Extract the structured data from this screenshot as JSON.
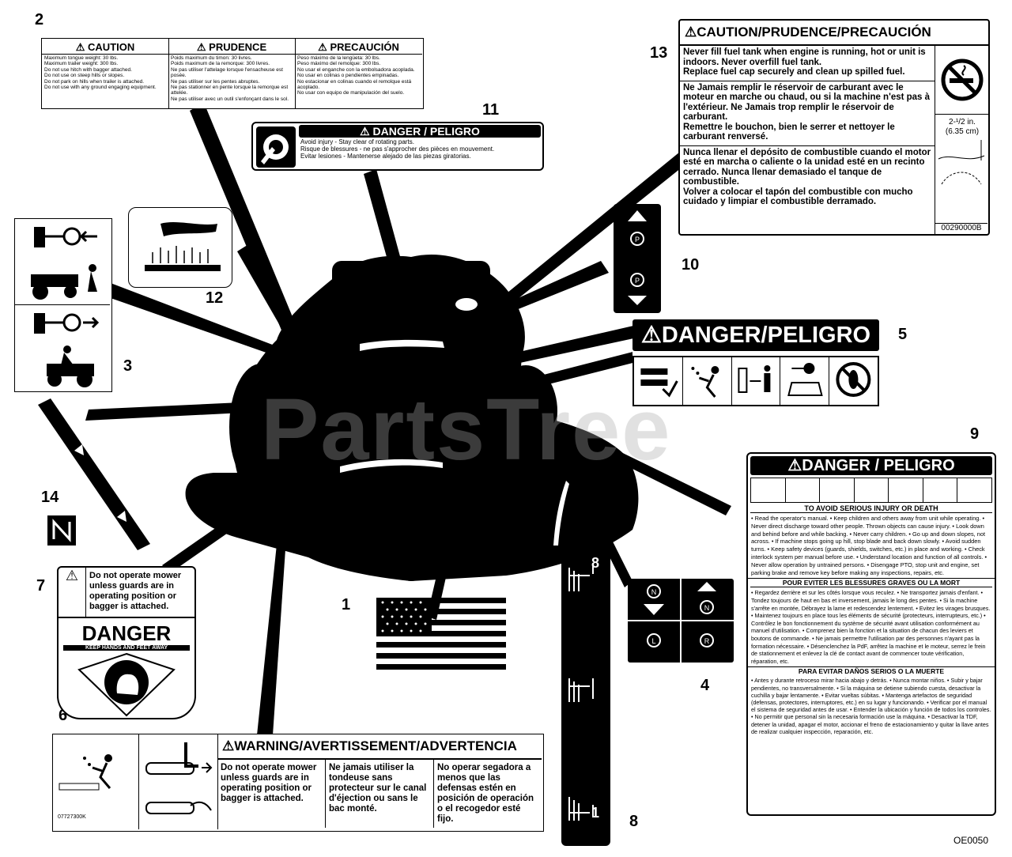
{
  "callouts": {
    "n1": "1",
    "n2": "2",
    "n3": "3",
    "n4": "4",
    "n5": "5",
    "n6": "6",
    "n7": "7",
    "n8a": "8",
    "n8b": "8",
    "n9": "9",
    "n10": "10",
    "n11": "11",
    "n12": "12",
    "n13": "13",
    "n14": "14"
  },
  "watermark": "PartsTree",
  "figure_code": "OE0050",
  "decal2": {
    "caution": "CAUTION",
    "prudence": "PRUDENCE",
    "precaucion": "PRECAUCIÓN",
    "en": [
      "Maximum tongue weight: 30 lbs.",
      "Maximum trailer weight: 300 lbs.",
      "Do not use hitch with bagger attached.",
      "Do not use on steep hills or slopes.",
      "Do not park on hills when trailer is attached.",
      "Do not use with any ground engaging equipment."
    ],
    "fr": [
      "Poids maximum du timon: 30 livres.",
      "Poids maximum de la remorque: 300 livres.",
      "Ne pas utiliser l'attelage lorsque l'ensacheuse est posée.",
      "Ne pas utiliser sur les pentes abruptes.",
      "Ne pas stationner en pente lorsque la remorque est attelée.",
      "Ne pas utiliser avec un outil s'enfonçant dans le sol."
    ],
    "es": [
      "Peso máximo de la lengüeta: 30 lbs.",
      "Peso máximo del remolque: 300 lbs.",
      "No usar el enganche con la embolsadora acoplada.",
      "No usar en colinas o pendientes empinadas.",
      "No estacionar en colinas cuando el remolque está acoplado.",
      "No usar con equipo de manipulación del suelo."
    ]
  },
  "decal11": {
    "header": "DANGER / PELIGRO",
    "lines": [
      "Avoid injury - Stay clear of rotating parts.",
      "Risque de blessures - ne pas s'approcher des pièces en mouvement.",
      "Evitar lesiones - Mantenerse alejado de las piezas giratorias."
    ]
  },
  "decal13": {
    "header": "CAUTION/PRUDENCE/PRECAUCIÓN",
    "en": [
      "Never fill fuel tank when engine is running, hot or unit is indoors. Never overfill fuel tank.",
      "Replace fuel cap securely and clean up spilled fuel."
    ],
    "fr": [
      "Ne Jamais remplir le réservoir de carburant avec le moteur en marche ou chaud, ou si la machine n'est pas à l'extérieur. Ne Jamais trop remplir le réservoir de carburant.",
      "Remettre le bouchon, bien le serrer et nettoyer le carburant renversé."
    ],
    "es": [
      "Nunca llenar el depósito de combustible cuando el motor esté en marcha o caliente o la unidad esté en un recinto cerrado. Nunca llenar demasiado el tanque de combustible.",
      "Volver a colocar el tapón del combustible con mucho cuidado y limpiar el combustible derramado."
    ],
    "measure": "2-¹/2 in.",
    "measure_mm": "(6.35 cm)",
    "part_no": "00290000B"
  },
  "decal5": {
    "header": "DANGER/PELIGRO"
  },
  "decal9": {
    "header": "DANGER / PELIGRO",
    "sub_en": "TO AVOID SERIOUS INJURY OR DEATH",
    "body_en": "• Read the operator's manual. • Keep children and others away from unit while operating. • Never direct discharge toward other people. Thrown objects can cause injury. • Look down and behind before and while backing. • Never carry children. • Go up and down slopes, not across. • If machine stops going up hill, stop blade and back down slowly. • Avoid sudden turns. • Keep safety devices (guards, shields, switches, etc.) in place and working. • Check interlock system per manual before use. • Understand location and function of all controls. • Never allow operation by untrained persons. • Disengage PTO, stop unit and engine, set parking brake and remove key before making any inspections, repairs, etc.",
    "sub_fr": "POUR EVITER LES BLESSURES GRAVES OU LA MORT",
    "body_fr": "• Regardez derrière et sur les côtés lorsque vous reculez. • Ne transportez jamais d'enfant. • Tondez toujours de haut en bas et inversement, jamais le long des pentes. • Si la machine s'arrête en montée, Débrayez la lame et redescendez lentement. • Evitez les virages brusques. • Maintenez toujours en place tous les éléments de sécurité (protecteurs, interrupteurs, etc.) • Contrôlez le bon fonctionnement du système de sécurité avant utilisation conformément au manuel d'utilisation. • Comprenez bien la fonction et la situation de chacun des leviers et boutons de commande. • Ne jamais permettre l'utilisation par des personnes n'ayant pas la formation nécessaire. • Désenclenchez la PdF, arrêtez la machine et le moteur, serrez le frein de stationnement et enlevez la clé de contact avant de commencer toute vérification, réparation, etc.",
    "sub_es": "PARA EVITAR DAÑOS SERIOS O LA MUERTE",
    "body_es": "• Antes y durante retroceso mirar hacia abajo y detrás. • Nunca montar niños. • Subir y bajar pendientes, no transversalmente. • Si la máquina se detiene subiendo cuesta, desactivar la cuchilla y bajar lentamente. • Evitar vueltas súbitas. • Mantenga artefactos de seguridad (defensas, protectores, interruptores, etc.) en su lugar y funcionando. • Verificar por el manual el sistema de seguridad antes de usar. • Entender la ubicación y función de todos los controles. • No permitir que personal sin la necesaria formación use la máquina. • Desactivar la TDF, detener la unidad, apagar el motor, accionar el freno de estacionamiento y quitar la llave antes de realizar cualquier inspección, reparación, etc."
  },
  "decal7": {
    "text": "Do not operate mower unless guards are in operating position or bagger is attached.",
    "danger": "DANGER",
    "keep": "KEEP HANDS AND FEET AWAY"
  },
  "decal6": {
    "header": "WARNING/AVERTISSEMENT/ADVERTENCIA",
    "en": "Do not operate mower unless guards are in operating position or bagger is attached.",
    "fr": "Ne jamais utiliser la tondeuse sans protecteur sur le canal d'éjection ou sans le bac monté.",
    "es": "No operar segadora a menos que las defensas estén en posición de operación o el recogedor esté fijo.",
    "part_no": "07727300K"
  },
  "decal8": {
    "top_label": "8",
    "bottom_label": "1"
  }
}
